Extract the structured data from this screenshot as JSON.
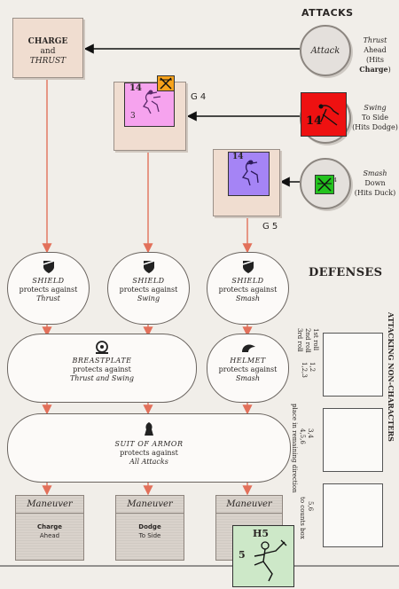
{
  "headers": {
    "attacks": "ATTACKS",
    "defenses": "DEFENSES"
  },
  "charge_box": {
    "line1": "CHARGE",
    "line2": "and",
    "line3": "THRUST"
  },
  "attacks": [
    {
      "circle": "Attack",
      "name": "Thrust",
      "dir": "Ahead",
      "hits": "(Hits ",
      "hits_b": "Charge",
      "hits_end": ")"
    },
    {
      "circle": "",
      "name": "Swing",
      "dir": "To Side",
      "hits": "(Hits Dodge)"
    },
    {
      "circle": "",
      "name": "Smash",
      "dir": "Down",
      "hits": "(Hits Duck)"
    }
  ],
  "cards": {
    "pink": {
      "numtop": "14",
      "numbot": "3",
      "grid": "G 4",
      "color": "#f6a3ee"
    },
    "red": {
      "num": "14",
      "color": "#ee1111"
    },
    "purple": {
      "num": "14",
      "grid": "G 5",
      "color": "#a584f5"
    },
    "green": {
      "num": "4",
      "color": "#23c21e"
    },
    "hero": {
      "label": "H5",
      "num": "5",
      "color": "#cde8c8"
    },
    "orange_marker": {
      "color": "#f7a21b"
    }
  },
  "defenses": {
    "shield1": {
      "title": "SHIELD",
      "sub": "protects against",
      "what": "Thrust"
    },
    "shield2": {
      "title": "SHIELD",
      "sub": "protects against",
      "what": "Swing"
    },
    "shield3": {
      "title": "SHIELD",
      "sub": "protects against",
      "what": "Smash"
    },
    "breastplate": {
      "title": "BREASTPLATE",
      "sub": "protects against",
      "what": "Thrust and Swing"
    },
    "helmet": {
      "title": "HELMET",
      "sub": "protects against",
      "what": "Smash"
    },
    "armor": {
      "title": "SUIT OF ARMOR",
      "sub": "protects against",
      "what": "All Attacks"
    }
  },
  "maneuvers": [
    {
      "head": "Maneuver",
      "b": "Charge",
      "s": "Ahead"
    },
    {
      "head": "Maneuver",
      "b": "Dodge",
      "s": "To Side"
    },
    {
      "head": "Maneuver",
      "b": "",
      "s": ""
    }
  ],
  "side": {
    "vertical": "ATTACKING NON-CHARACTERS",
    "rolls": [
      "1st roll",
      "2nd roll",
      "3rd roll"
    ],
    "r12": "1,2",
    "r123": "1,2,3",
    "r34": "3,4",
    "r456": "4,5,6",
    "r56": "5,6",
    "place": "place in remaining direction",
    "nosame": "to counts box"
  }
}
